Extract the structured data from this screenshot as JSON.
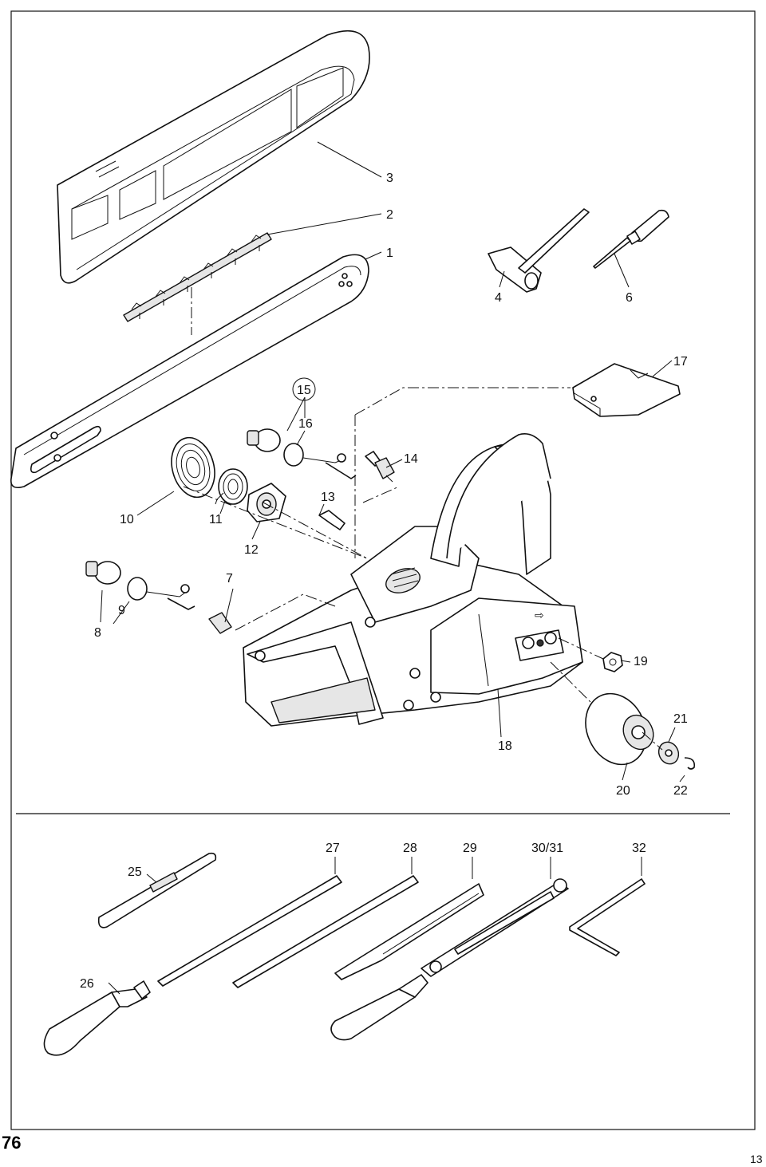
{
  "page": {
    "number": "76",
    "corner_number": "13"
  },
  "callouts": [
    {
      "id": "c1",
      "text": "1"
    },
    {
      "id": "c2",
      "text": "2"
    },
    {
      "id": "c3",
      "text": "3"
    },
    {
      "id": "c4",
      "text": "4"
    },
    {
      "id": "c6",
      "text": "6"
    },
    {
      "id": "c7",
      "text": "7"
    },
    {
      "id": "c8",
      "text": "8"
    },
    {
      "id": "c9",
      "text": "9"
    },
    {
      "id": "c10",
      "text": "10"
    },
    {
      "id": "c11",
      "text": "11"
    },
    {
      "id": "c12",
      "text": "12"
    },
    {
      "id": "c13",
      "text": "13"
    },
    {
      "id": "c14",
      "text": "14"
    },
    {
      "id": "c15",
      "text": "15"
    },
    {
      "id": "c16",
      "text": "16"
    },
    {
      "id": "c17",
      "text": "17"
    },
    {
      "id": "c18",
      "text": "18"
    },
    {
      "id": "c19",
      "text": "19"
    },
    {
      "id": "c20",
      "text": "20"
    },
    {
      "id": "c21",
      "text": "21"
    },
    {
      "id": "c22",
      "text": "22"
    },
    {
      "id": "c25",
      "text": "25"
    },
    {
      "id": "c26",
      "text": "26"
    },
    {
      "id": "c27",
      "text": "27"
    },
    {
      "id": "c28",
      "text": "28"
    },
    {
      "id": "c29",
      "text": "29"
    },
    {
      "id": "c3031",
      "text": "30/31"
    },
    {
      "id": "c32",
      "text": "32"
    }
  ]
}
